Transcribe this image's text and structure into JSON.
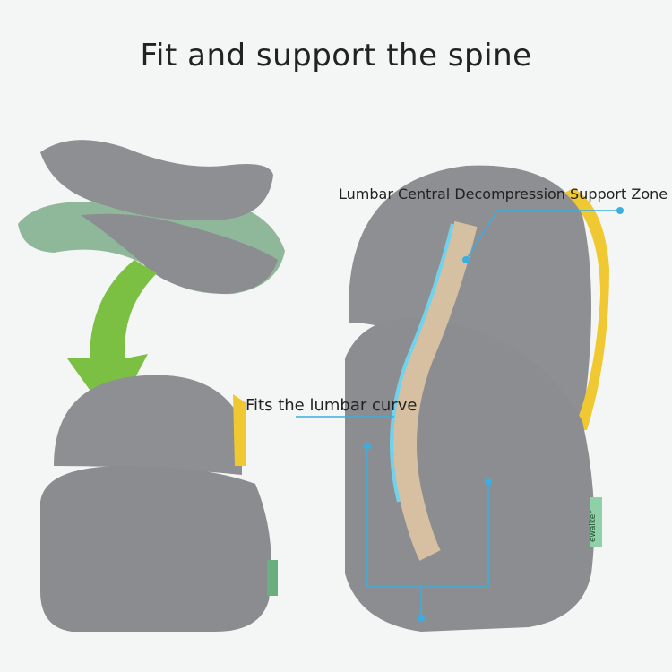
{
  "headline": "Fit and support the spine",
  "annotations": {
    "support_zone": "Lumbar Central Decompression Support Zone",
    "lumbar_curve": "Fits the lumbar curve"
  },
  "brand_tag": "ewalker",
  "colors": {
    "cushion_gray": "#8f9092",
    "accent_green": "#8fb89a",
    "accent_yellow": "#f0c832",
    "arrow_green": "#7cc043",
    "line_blue": "#3aaee0"
  }
}
